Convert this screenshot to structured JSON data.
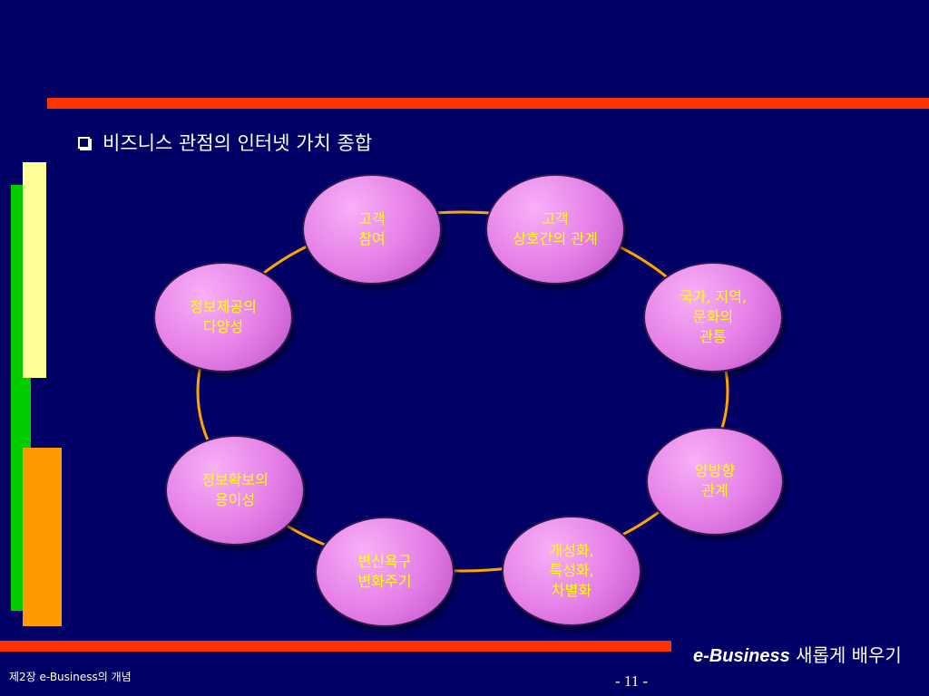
{
  "header": {
    "title": "비즈니스 관점의 인터넷 가치 종합"
  },
  "diagram": {
    "ring_color": "#FFA500",
    "node_fill": "#E47CE6",
    "nodes": [
      {
        "label": "고객\n참여",
        "color": "yellow"
      },
      {
        "label": "고객\n상호간의 관계",
        "color": "yellow"
      },
      {
        "label": "국가, 지역,\n문화의\n관통",
        "color": "yellow"
      },
      {
        "label": "양방향\n관계",
        "color": "yellow"
      },
      {
        "label": "개성화,\n특성화,\n차별화",
        "color": "yellow"
      },
      {
        "label": "변신욕구\n변화주기",
        "color": "yellow"
      },
      {
        "label": "정보확보의\n용이성",
        "color": "yellow"
      },
      {
        "label": "정보제공의\n다양성",
        "color": "yellow"
      }
    ]
  },
  "footer": {
    "brand_strong": "e-Business",
    "brand_rest": " 새롭게 배우기",
    "chapter": "제2장 e-Business의 개념",
    "page": "- 11 -"
  }
}
